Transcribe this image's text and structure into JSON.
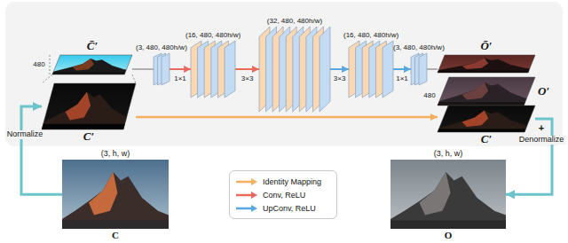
{
  "diagram": {
    "nodes": [
      {
        "text": [
          "C̄′"
        ]
      },
      {
        "text": [
          "(3, 480, 480h/w)"
        ]
      },
      {
        "text": [
          "(16, 480, 480h/w)"
        ]
      },
      {
        "text": [
          "(32, 480, 480h/w)"
        ]
      },
      {
        "text": [
          "(16, 480, 480h/w)"
        ]
      },
      {
        "text": [
          "(3, 480, 480h/w)"
        ]
      },
      {
        "text": [
          "Ō′"
        ]
      },
      {
        "text": [
          "C′"
        ]
      },
      {
        "text": [
          "O′"
        ]
      },
      {
        "text": [
          "C′"
        ]
      },
      {
        "text": [
          "(3, h, w)",
          "C"
        ]
      },
      {
        "text": [
          "(3, h, w)",
          "O"
        ]
      }
    ],
    "edges": [
      {
        "from": 0,
        "to": 1,
        "arrow": "none"
      },
      {
        "from": 1,
        "to": 2,
        "label": "1×1",
        "arrow": "to"
      },
      {
        "from": 2,
        "to": 3,
        "label": "3×3",
        "arrow": "to"
      },
      {
        "from": 3,
        "to": 4,
        "label": "3×3",
        "arrow": "to"
      },
      {
        "from": 4,
        "to": 5,
        "label": "1×1",
        "arrow": "to"
      },
      {
        "from": 5,
        "to": 6,
        "arrow": "none"
      },
      {
        "from": 7,
        "to": 9,
        "arrow": "to"
      },
      {
        "from": 10,
        "to": 7,
        "label": "Normalize",
        "arrow": "to"
      },
      {
        "from": 9,
        "to": 11,
        "label": "Denormalize",
        "arrow": "to"
      }
    ],
    "labels": [
      "480",
      "480",
      "+"
    ],
    "legend": [
      {
        "text": "Identity Mapping"
      },
      {
        "text": "Conv, ReLU"
      },
      {
        "text": "UpConv, ReLU"
      }
    ]
  }
}
